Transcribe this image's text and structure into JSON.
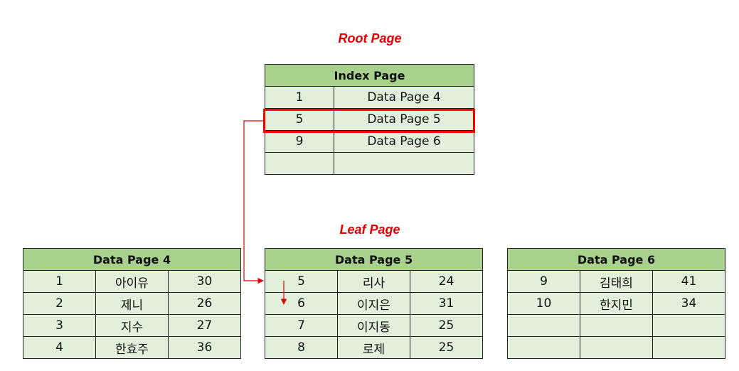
{
  "root_label": "Root Page",
  "leaf_label": "Leaf Page",
  "index_page": {
    "title": "Index Page",
    "rows": [
      [
        "1",
        "Data Page 4"
      ],
      [
        "5",
        "Data Page 5"
      ],
      [
        "9",
        "Data Page 6"
      ],
      [
        "",
        ""
      ]
    ],
    "highlight_row": 1
  },
  "data_pages": [
    {
      "title": "Data Page 4",
      "rows": [
        [
          "1",
          "아이유",
          "30"
        ],
        [
          "2",
          "제니",
          "26"
        ],
        [
          "3",
          "지수",
          "27"
        ],
        [
          "4",
          "한효주",
          "36"
        ]
      ]
    },
    {
      "title": "Data Page 5",
      "rows": [
        [
          "5",
          "리사",
          "24"
        ],
        [
          "6",
          "이지은",
          "31"
        ],
        [
          "7",
          "이지동",
          "25"
        ],
        [
          "8",
          "로제",
          "25"
        ]
      ]
    },
    {
      "title": "Data Page 6",
      "rows": [
        [
          "9",
          "김태희",
          "41"
        ],
        [
          "10",
          "한지민",
          "34"
        ],
        [
          "",
          "",
          ""
        ],
        [
          "",
          "",
          ""
        ]
      ]
    }
  ],
  "colors": {
    "header_fill": "#a9d18e",
    "cell_fill": "#e2efda",
    "accent": "#e00000"
  }
}
